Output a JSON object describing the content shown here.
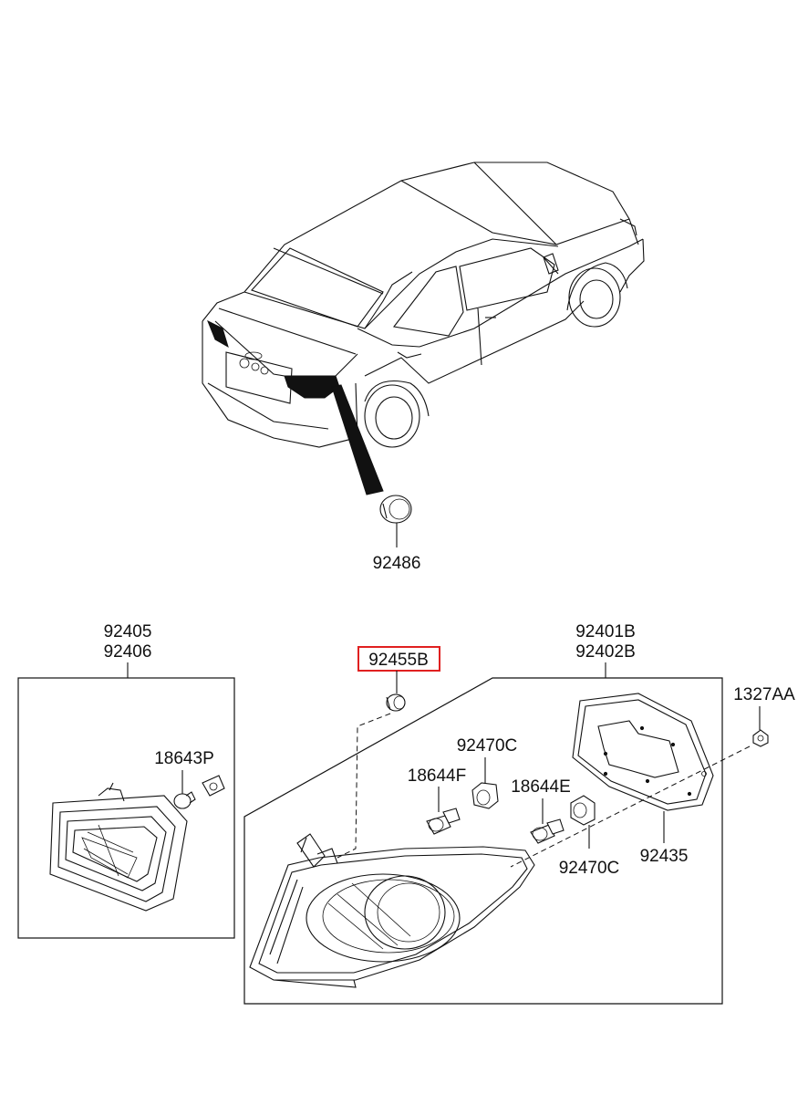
{
  "diagram": {
    "callouts": {
      "grommet": "92486",
      "inner_lamp_a": "92405",
      "inner_lamp_b": "92406",
      "bulb_inner": "18643P",
      "seal_highlighted": "92455B",
      "rear_lamp_a": "92401B",
      "rear_lamp_b": "92402B",
      "nut": "1327AA",
      "socket_upper": "92470C",
      "bulb_f": "18644F",
      "bulb_e": "18644E",
      "gasket": "92435",
      "socket_lower": "92470C"
    },
    "highlight_color": "#e02020",
    "line_color": "#111111"
  }
}
